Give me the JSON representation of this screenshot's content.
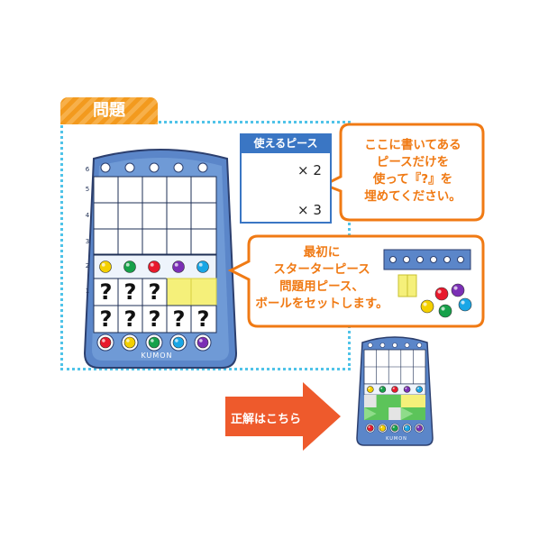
{
  "problem_label": "問題",
  "board": {
    "row_numbers": [
      "6",
      "5",
      "4",
      "3",
      "2",
      "1"
    ],
    "top_ball_colors": [
      "#f4d000",
      "#16a14a",
      "#e8192c",
      "#7b2fb5",
      "#19a6e6"
    ],
    "bottom_ball_colors": [
      "#e8192c",
      "#f4d000",
      "#16a14a",
      "#19a6e6",
      "#7b2fb5"
    ],
    "row1_marks": [
      "?",
      "?",
      "?"
    ],
    "row0_marks": [
      "?",
      "?",
      "?",
      "?",
      "?"
    ],
    "brand": "KUMON"
  },
  "pieces": {
    "title": "使えるピース",
    "gray_piece_count": "× 2",
    "green_piece_count": "× 3"
  },
  "callout_instruction": {
    "lines": [
      "ここに書いてある",
      "ピースだけを",
      "使って『?』を",
      "埋めてください。"
    ]
  },
  "callout_setup": {
    "lines": [
      "最初に",
      "スターターピース",
      "問題用ピース、",
      "ボールをセットします。"
    ]
  },
  "setup_balls": [
    "#e8192c",
    "#7b2fb5",
    "#f4d000",
    "#16a14a",
    "#19a6e6"
  ],
  "answer": {
    "label": "正解はこちら",
    "top_ball_colors": [
      "#f4d000",
      "#16a14a",
      "#e8192c",
      "#7b2fb5",
      "#19a6e6"
    ],
    "bottom_ball_colors": [
      "#e8192c",
      "#f4d000",
      "#16a14a",
      "#19a6e6",
      "#7b2fb5"
    ],
    "brand": "KUMON"
  }
}
